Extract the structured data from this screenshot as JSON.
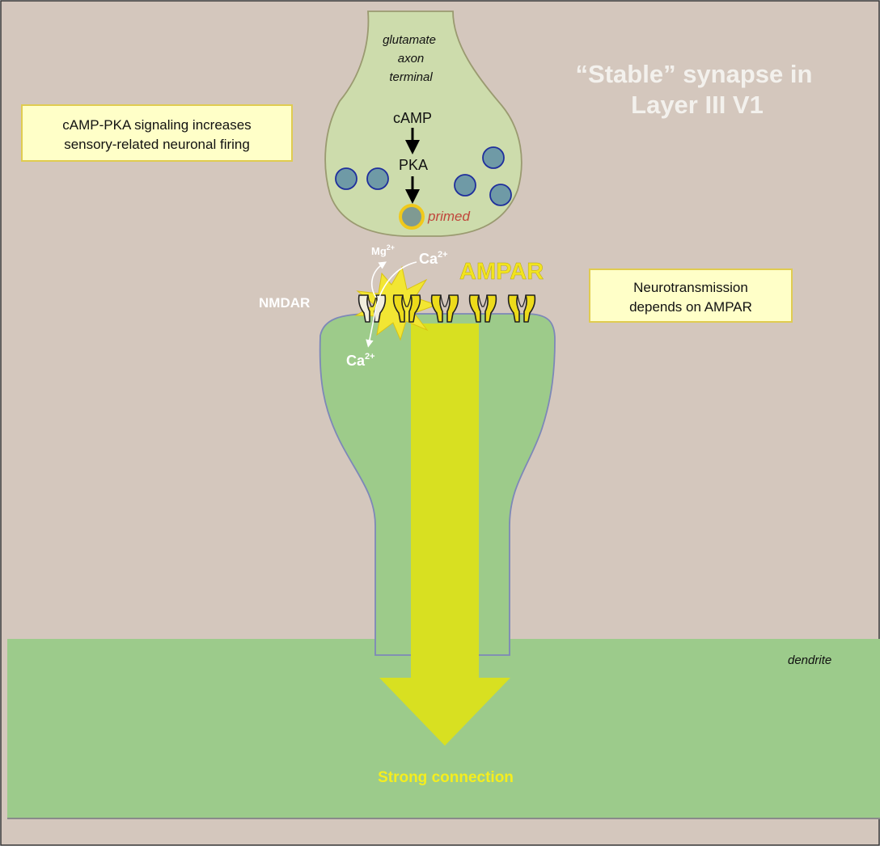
{
  "title": {
    "line1": "“Stable” synapse in",
    "line2": "Layer III V1"
  },
  "axon_terminal": {
    "label_line1": "glutamate",
    "label_line2": "axon",
    "label_line3": "terminal",
    "camp": "cAMP",
    "pka": "PKA",
    "primed": "primed"
  },
  "callouts": {
    "camp_pka": {
      "line1": "cAMP-PKA signaling increases",
      "line2": "sensory-related neuronal firing"
    },
    "neurotransmission": {
      "line1": "Neurotransmission",
      "line2": "depends on AMPAR"
    }
  },
  "receptors": {
    "ampar": "AMPAR",
    "nmdar": "NMDAR",
    "mg": "Mg",
    "mg_charge": "2+",
    "ca_in": "Ca",
    "ca_in_charge": "2+",
    "ca_out": "Ca",
    "ca_out_charge": "2+"
  },
  "dendrite_label": "dendrite",
  "strong_connection": "Strong connection",
  "colors": {
    "background": "#d4c7bd",
    "terminal_fill": "#cddcac",
    "spine_fill": "#9dcb8a",
    "dendrite_fill": "#9ccb8b",
    "arrow": "#d8e021",
    "receptor_yellow": "#eddb1a",
    "vesicle": "#6f9aa6",
    "callout_fill": "#ffffc8",
    "strong_connection_text": "#f5ee1e"
  }
}
